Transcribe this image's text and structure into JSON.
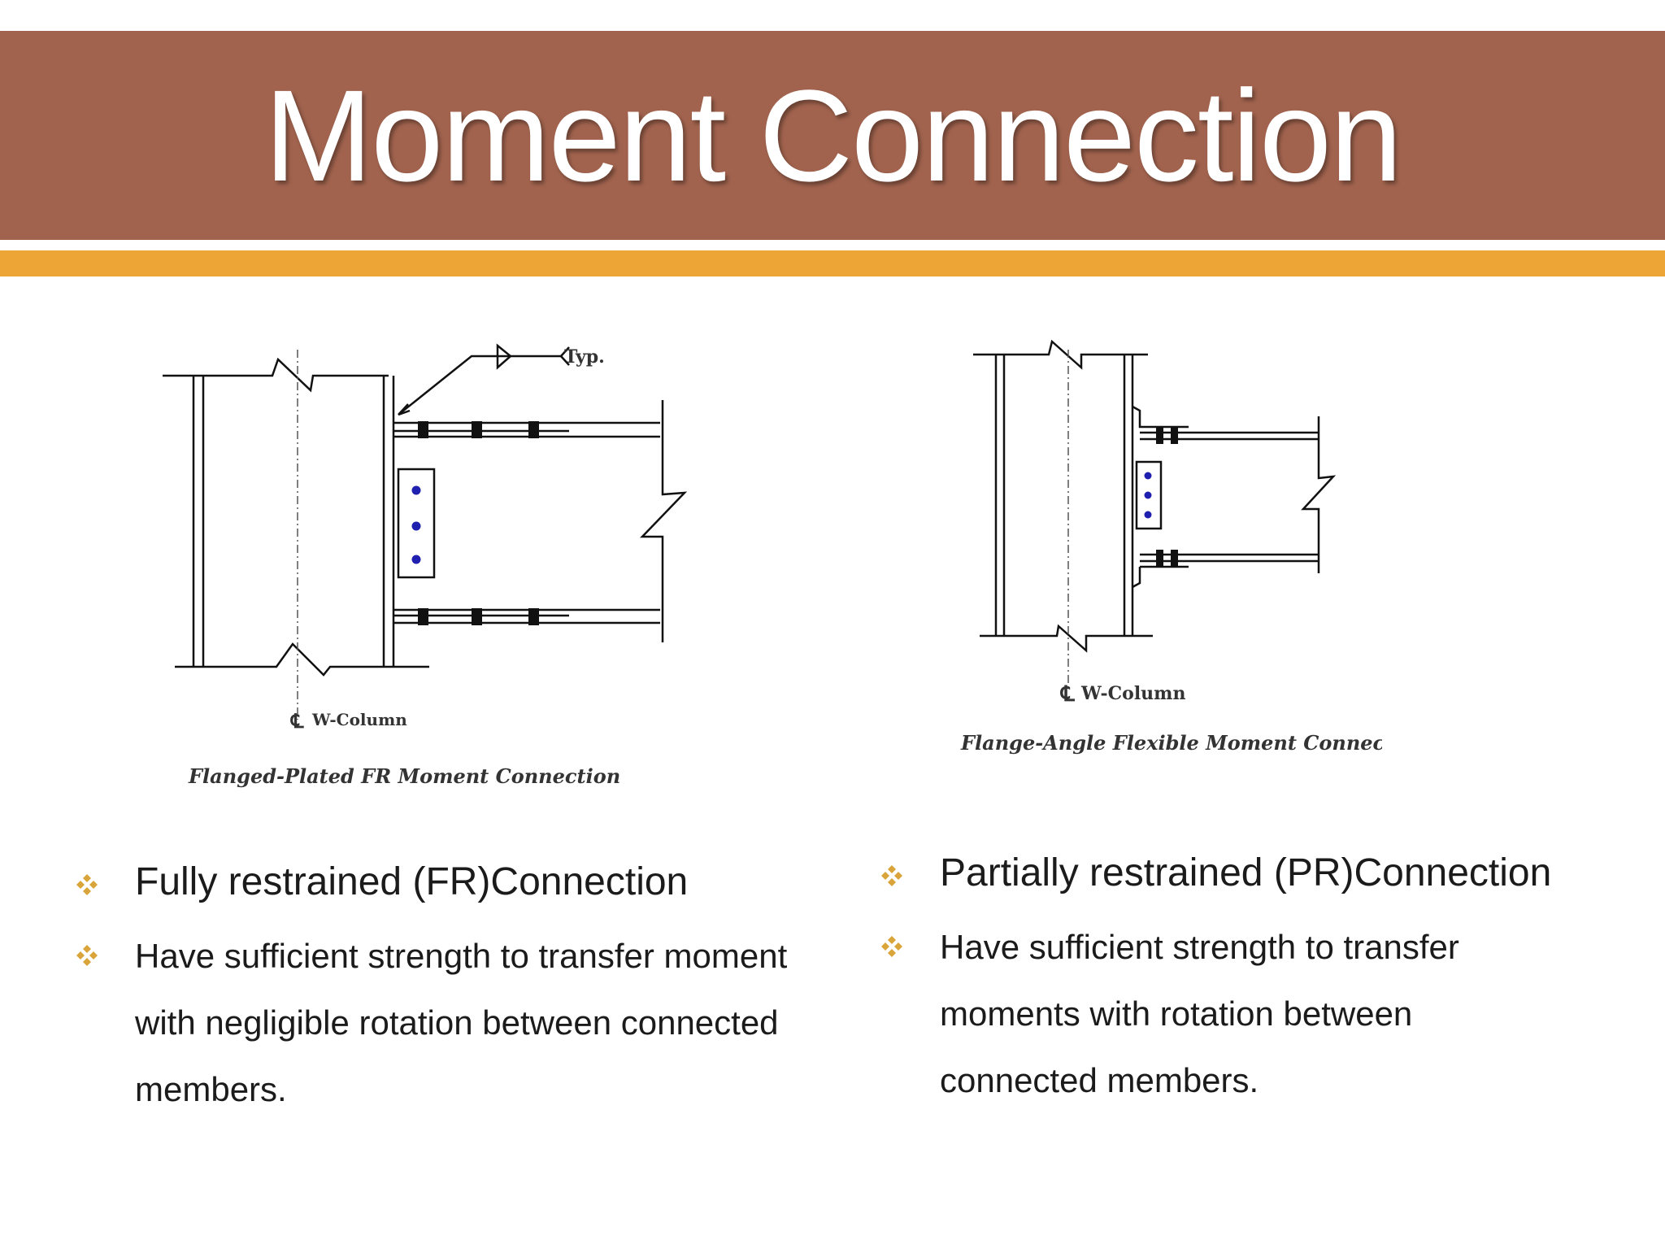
{
  "slide": {
    "title": "Moment Connection",
    "colors": {
      "title_band": "#a1634e",
      "accent_band": "#eda535",
      "bullet": "#d9a53a"
    }
  },
  "diagram_left": {
    "weld_label": "Typ.",
    "column_label": "W-Column",
    "caption": "Flanged-Plated FR Moment Connection"
  },
  "diagram_right": {
    "column_label": "W-Column",
    "caption": "Flange-Angle Flexible Moment Connection"
  },
  "left_column": {
    "heading": "Fully restrained (FR)Connection",
    "body_lines": [
      "Have sufficient strength to transfer moment",
      "with negligible rotation  between connected",
      "members."
    ]
  },
  "right_column": {
    "heading": "Partially restrained (PR)Connection",
    "body_lines": [
      "Have sufficient strength to transfer",
      "moments with rotation between",
      "connected members."
    ]
  },
  "icons": {
    "bullet": "four-diamond-bullet-icon",
    "centerline": "centerline-symbol-icon"
  }
}
